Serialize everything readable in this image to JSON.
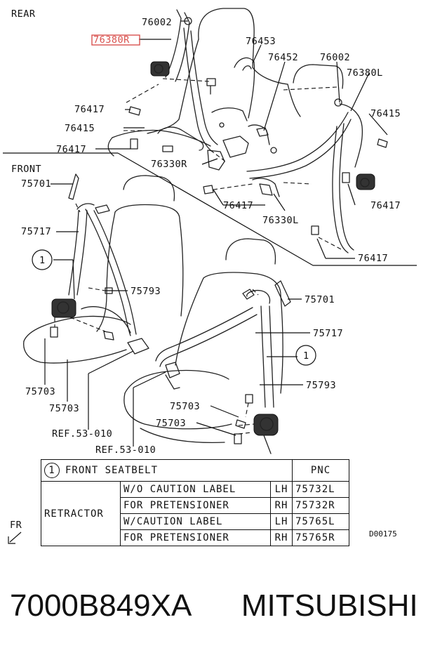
{
  "sections": {
    "rear": "REAR",
    "front": "FRONT"
  },
  "callouts": {
    "c76002_a": "76002",
    "c76380R": "76380R",
    "c76453": "76453",
    "c76452": "76452",
    "c76002_b": "76002",
    "c76380L": "76380L",
    "c76417_a": "76417",
    "c76415_a": "76415",
    "c76415_b": "76415",
    "c76417_b": "76417",
    "c76330R": "76330R",
    "c76417_c": "76417",
    "c76417_d": "76417",
    "c76330L": "76330L",
    "c76417_e": "76417",
    "c75701_a": "75701",
    "c75717_a": "75717",
    "c75793_a": "75793",
    "c75701_b": "75701",
    "c75717_b": "75717",
    "c75793_b": "75793",
    "c75703_a": "75703",
    "c75703_b": "75703",
    "c75703_c": "75703",
    "c75703_d": "75703",
    "ref_a": "REF.53-010",
    "ref_b": "REF.53-010",
    "circle_a": "1",
    "circle_b": "1"
  },
  "highlight_color": "#d9534f",
  "legend": {
    "header_num": "1",
    "header_title": "FRONT SEATBELT",
    "header_pnc": "PNC",
    "group_label": "RETRACTOR",
    "rows": [
      {
        "desc": "W/O CAUTION LABEL",
        "side": "LH",
        "pnc": "75732L"
      },
      {
        "desc": "FOR PRETENSIONER",
        "side": "RH",
        "pnc": "75732R"
      },
      {
        "desc": "W/CAUTION LABEL",
        "side": "LH",
        "pnc": "75765L"
      },
      {
        "desc": "FOR PRETENSIONER",
        "side": "RH",
        "pnc": "75765R"
      }
    ]
  },
  "fr_marker": "FR",
  "diagram_code": "D00175",
  "footer": {
    "part_number": "7000B849XA",
    "brand": "MITSUBISHI"
  }
}
